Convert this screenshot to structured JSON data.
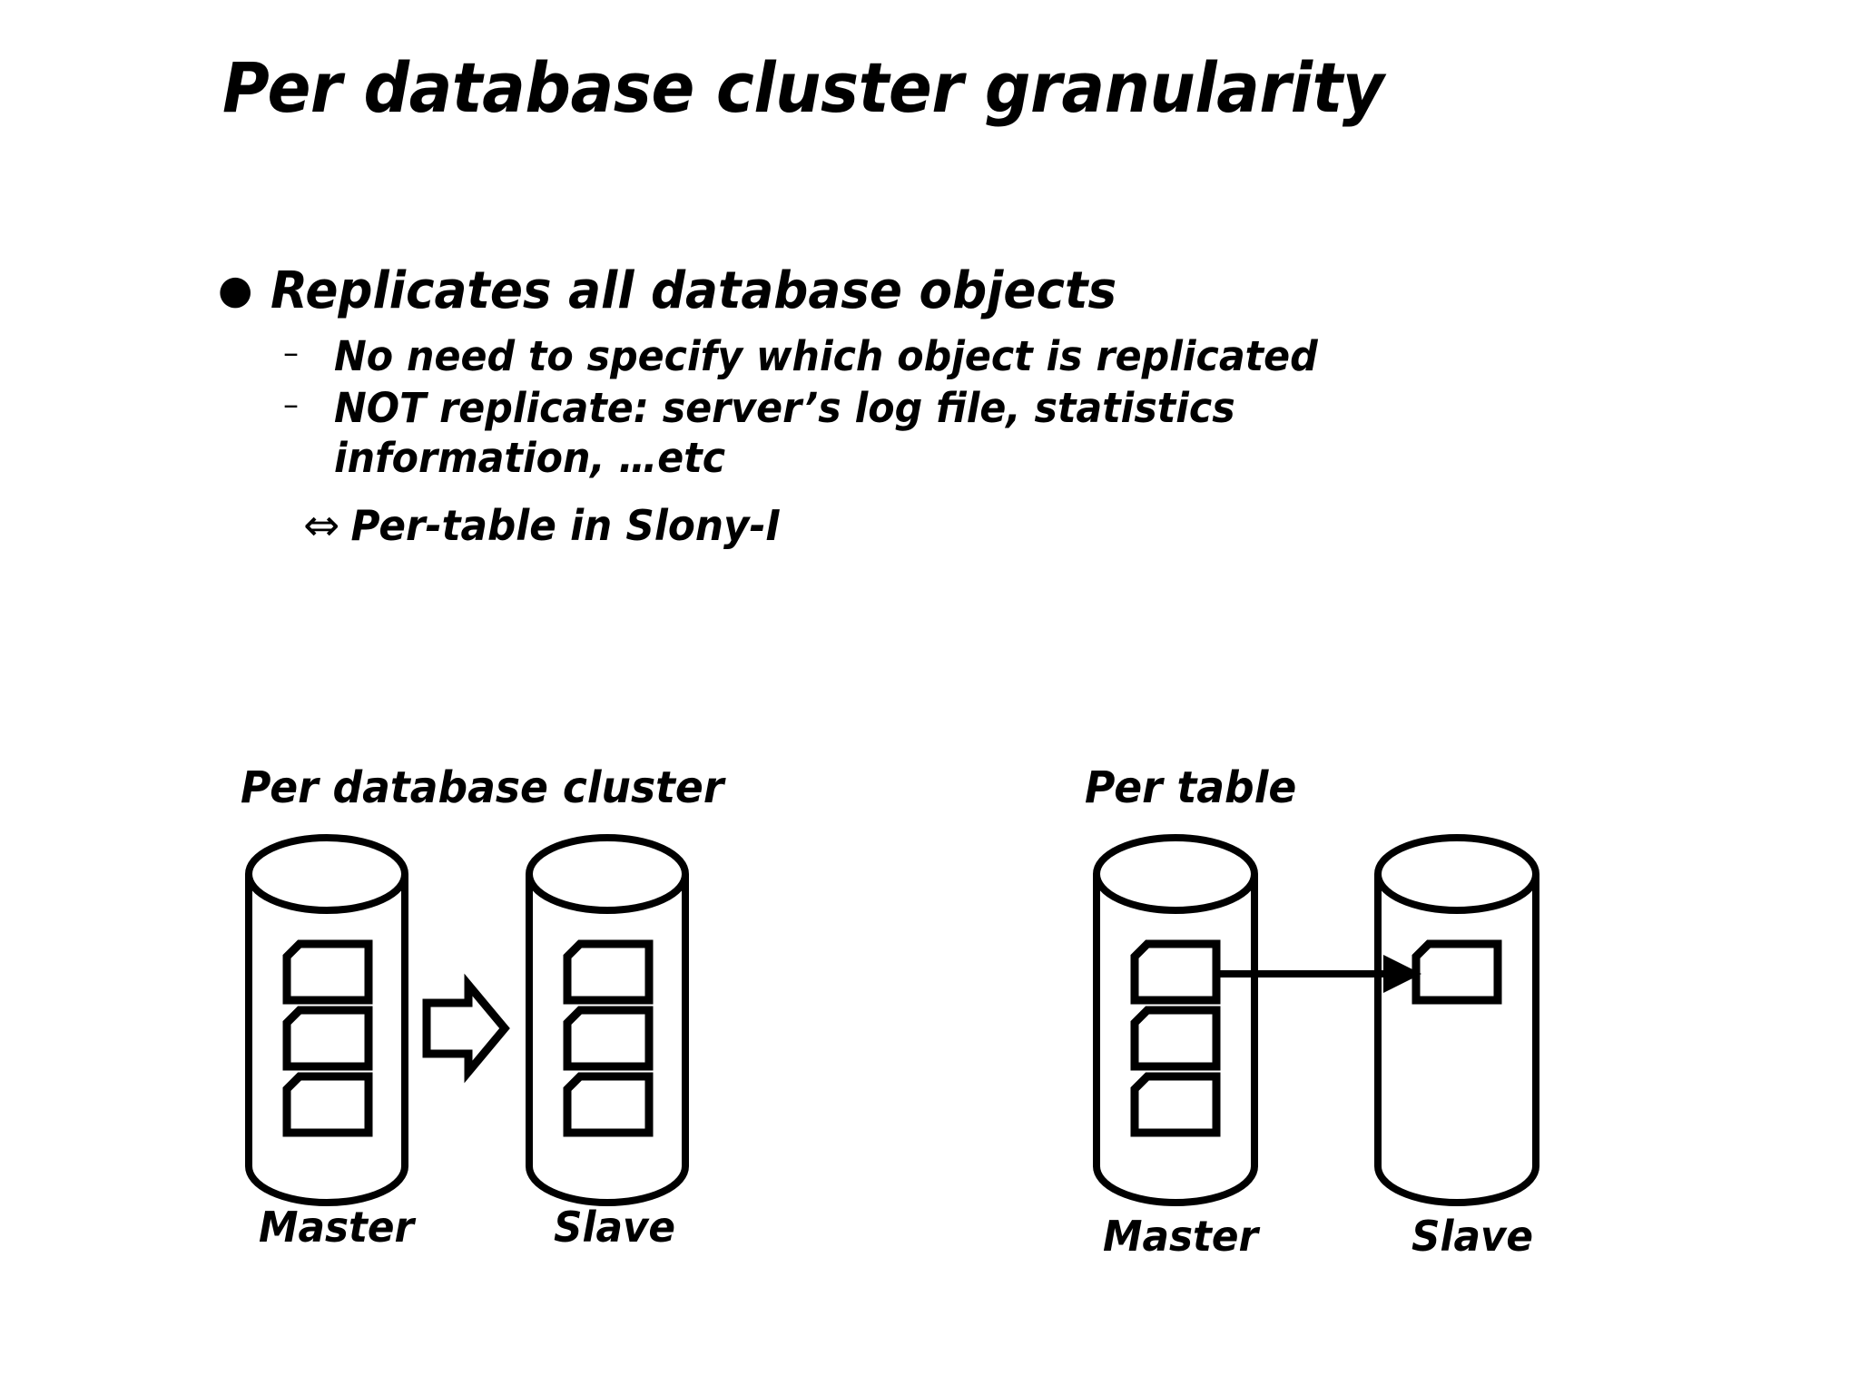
{
  "slide": {
    "title": "Per database cluster granularity",
    "background_color": "#ffffff",
    "ink_color": "#000000"
  },
  "bullets": {
    "level1": {
      "marker": "bullet-dot",
      "marker_glyph": "●",
      "text": "Replicates all database objects"
    },
    "level2": [
      {
        "marker": "en-dash",
        "marker_glyph": "–",
        "text": "No need to specify which object is replicated"
      },
      {
        "marker": "en-dash",
        "marker_glyph": "–",
        "text": "NOT replicate: server’s log file, statistics information, …etc"
      }
    ],
    "comparison": {
      "marker": "left-right-double-arrow-icon",
      "marker_glyph": "⇔",
      "text": "Per-table in Slony-I"
    }
  },
  "diagrams": [
    {
      "id": "per-database-cluster",
      "caption": "Per database cluster",
      "master": {
        "label": "Master",
        "table_count": 3
      },
      "slave": {
        "label": "Slave",
        "table_count": 3
      },
      "connector": "block-arrow-right-icon"
    },
    {
      "id": "per-table",
      "caption": "Per table",
      "master": {
        "label": "Master",
        "table_count": 3
      },
      "slave": {
        "label": "Slave",
        "table_count": 1
      },
      "connector": "thin-arrow-right-icon"
    }
  ]
}
